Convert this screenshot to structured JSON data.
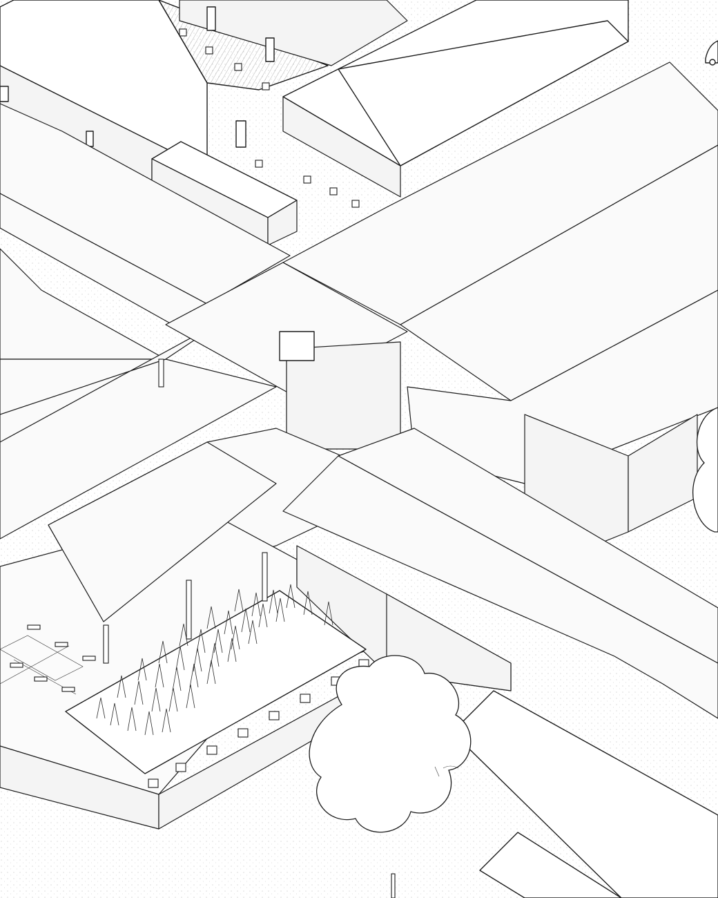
{
  "drawing": {
    "style": "axonometric line drawing",
    "palette": {
      "ink": "#1a1a1a",
      "paper": "#ffffff",
      "glass": "#fafafa",
      "wall": "#f4f4f4"
    },
    "elements": [
      "pitched-roof-house-north",
      "pitched-roof-house-northeast",
      "small-gable-shed",
      "greenhouse-roof-east",
      "greenhouse-roof-center",
      "greenhouse-roof-west",
      "greenhouse-roof-south-long",
      "tiled-courtyard-platform",
      "raised-corn-bed",
      "open-pergola",
      "perimeter-tile-wall",
      "street-tree-south",
      "street-tree-east-edge",
      "shed-roof-southeast",
      "parked-car-outline"
    ]
  }
}
